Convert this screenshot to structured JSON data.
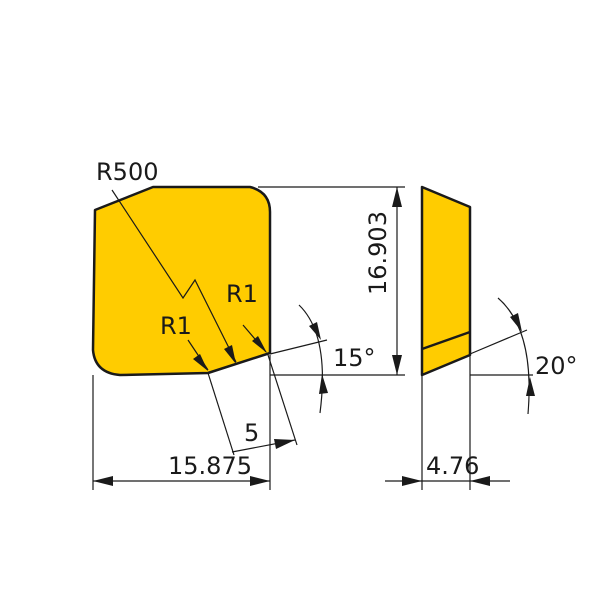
{
  "colors": {
    "insert_fill": "#FFCC00",
    "outline": "#1A1A1A",
    "background": "#FFFFFF"
  },
  "labels": {
    "radius_large": "R500",
    "radius_small_left": "R1",
    "radius_small_right": "R1",
    "height": "16.903",
    "width": "15.875",
    "chamfer_length": "5",
    "thickness": "4.76",
    "angle_front": "15°",
    "angle_side": "20°"
  }
}
